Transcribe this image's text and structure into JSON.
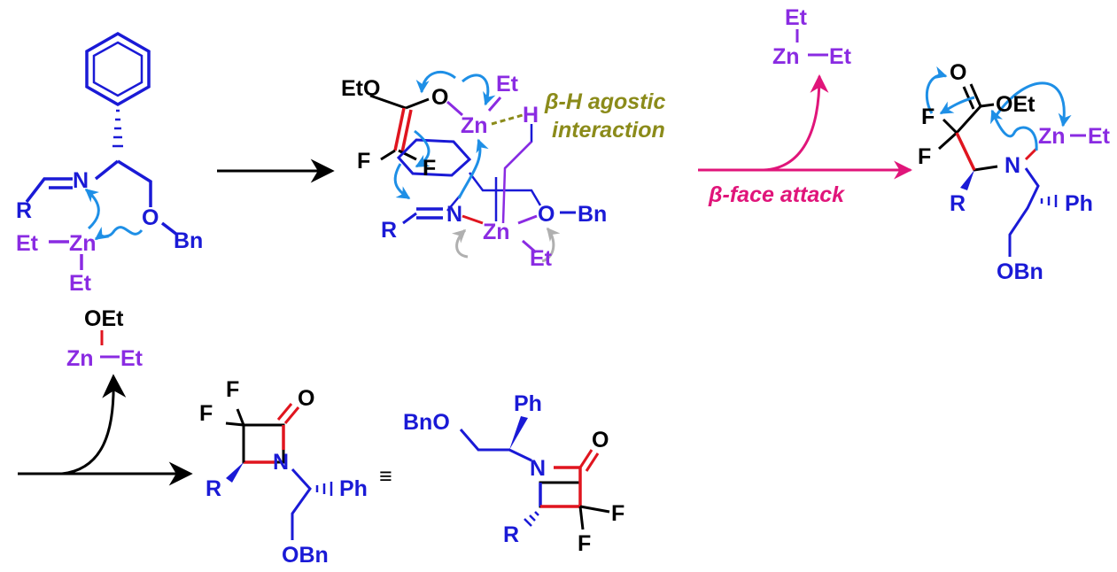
{
  "colors": {
    "structure": "#1a1ad6",
    "zinc": "#8a2be2",
    "new_bond": "#e0151f",
    "electron_arrow": "#1e8fe6",
    "agostic": "#8b8b1a",
    "face_attack": "#e0157a",
    "reagent_arrow": "#000000"
  },
  "imine_complex": {
    "R": "R",
    "N": "N",
    "O": "O",
    "Bn": "Bn",
    "Zn": "Zn",
    "Et_left": "Et",
    "Et_bottom": "Et"
  },
  "transition_state": {
    "EtO": "EtO",
    "O": "O",
    "F1": "F",
    "F2": "F",
    "Zn_top": "Zn",
    "Et_top": "Et",
    "H": "H",
    "R": "R",
    "N": "N",
    "Zn_bottom": "Zn",
    "O_ether": "O",
    "Bn": "Bn",
    "Et_bottom": "Et",
    "agostic_line1": "β-H agostic",
    "agostic_line2": "interaction"
  },
  "face_attack_label": "β-face attack",
  "released_ZnEt2": {
    "Et_top": "Et",
    "Zn": "Zn",
    "Et_right": "Et"
  },
  "adduct": {
    "O": "O",
    "OEt": "OEt",
    "F1": "F",
    "F2": "F",
    "N": "N",
    "Zn": "Zn",
    "Et": "Et",
    "R": "R",
    "Ph": "Ph",
    "OBn": "OBn"
  },
  "released_EtZnOEt": {
    "OEt": "OEt",
    "Zn": "Zn",
    "Et": "Et"
  },
  "lactam": {
    "F1": "F",
    "F2": "F",
    "O": "O",
    "N": "N",
    "R": "R",
    "Ph": "Ph",
    "OBn": "OBn"
  },
  "equivalence": "≡",
  "lactam_alt": {
    "BnO": "BnO",
    "Ph": "Ph",
    "N": "N",
    "O": "O",
    "R": "R",
    "F1": "F",
    "F2": "F"
  }
}
